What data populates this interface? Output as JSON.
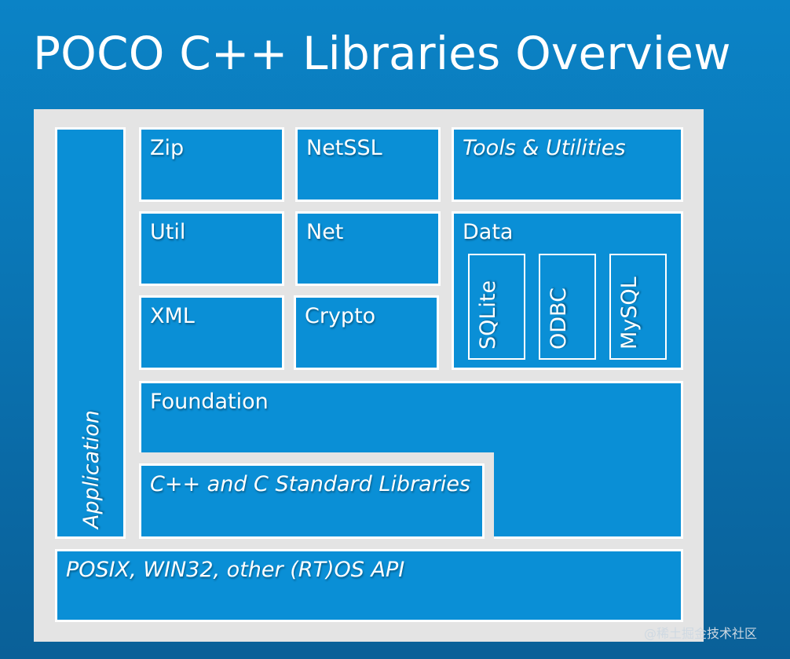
{
  "title": "POCO C++ Libraries Overview",
  "boxes": {
    "application": "Application",
    "zip": "Zip",
    "netssl": "NetSSL",
    "tools": "Tools & Utilities",
    "util": "Util",
    "net": "Net",
    "data": "Data",
    "xml": "XML",
    "crypto": "Crypto",
    "foundation": "Foundation",
    "cpp_std": "C++ and C Standard Libraries",
    "os_api": "POSIX, WIN32, other (RT)OS API"
  },
  "data_connectors": [
    "SQLite",
    "ODBC",
    "MySQL"
  ],
  "watermark": "@稀土掘金技术社区"
}
